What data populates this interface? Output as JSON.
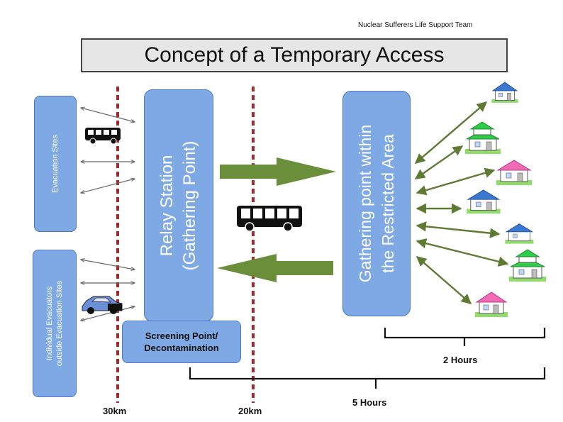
{
  "header": {
    "team": "Nuclear Sufferers Life Support Team",
    "title": "Concept of a Temporary Access"
  },
  "boxes": {
    "evacuation_sites": "Evacuation Sites",
    "individual_line1": "Individual Evacuators",
    "individual_line2": "outside Evacuation Sites",
    "relay_line1": "Relay  Station",
    "relay_line2": "(Gathering Point)",
    "gather_line1": "Gathering point within",
    "gather_line2": "the Restricted Area",
    "screening_line1": "Screening Point/",
    "screening_line2": "Decontamination"
  },
  "distances": {
    "d30": "30km",
    "d20": "20km"
  },
  "durations": {
    "two_hours": "2 Hours",
    "five_hours": "5 Hours"
  },
  "colors": {
    "box_fill": "#7fa9e4",
    "box_border": "#4a78c6",
    "boundary_line": "#a52a2a",
    "big_arrow": "#6b8e3a",
    "double_arrow": "#5e7a33"
  }
}
